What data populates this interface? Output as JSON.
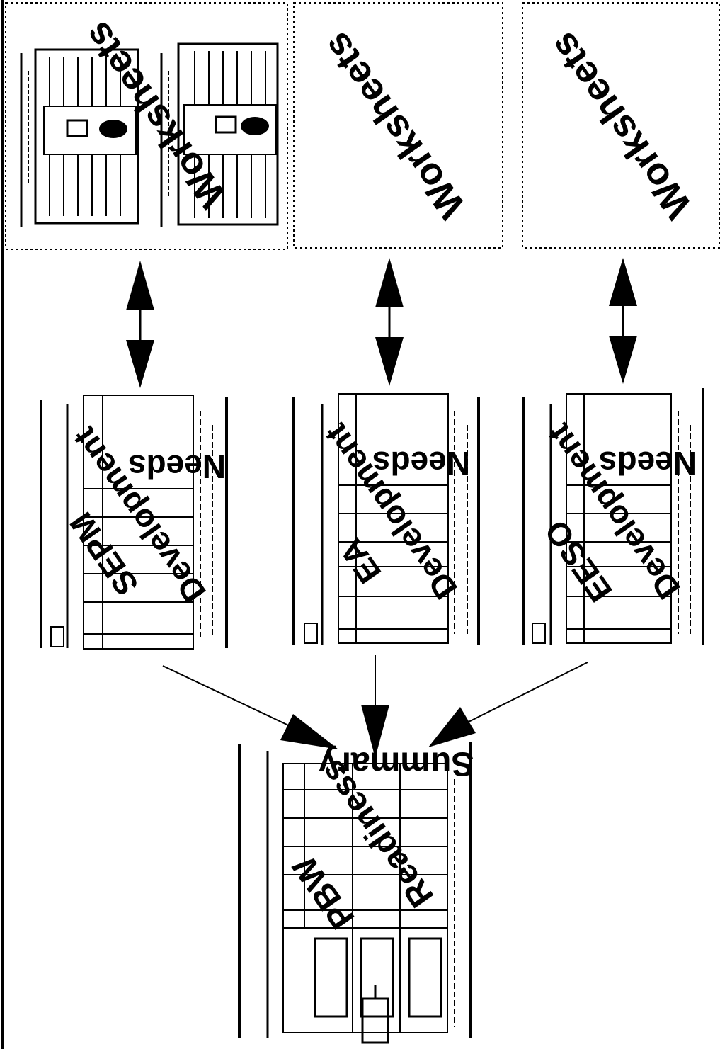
{
  "diagram": {
    "worksheets_labels": [
      "Worksheets",
      "Worksheets",
      "Worksheets"
    ],
    "needs_panels": [
      {
        "prefix": "SEPM",
        "line1": "Development",
        "line2": "Needs"
      },
      {
        "prefix": "EA",
        "line1": "Development",
        "line2": "Needs"
      },
      {
        "prefix": "EESO",
        "line1": "Development",
        "line2": "Needs"
      }
    ],
    "summary": {
      "line1": "PBW",
      "line2": "Readiness",
      "line3": "Summary"
    }
  },
  "colors": {
    "ink": "#000000",
    "paper": "#ffffff"
  }
}
